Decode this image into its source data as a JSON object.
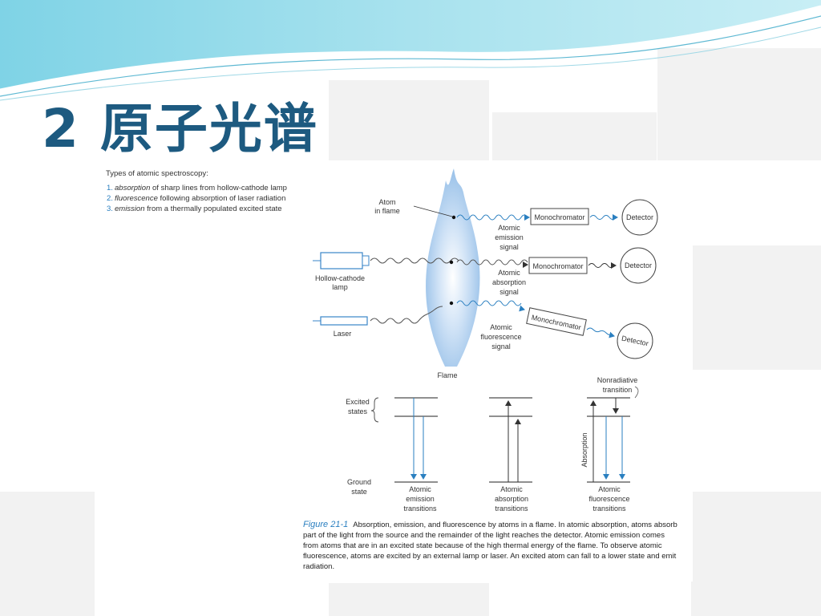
{
  "slide": {
    "title": "2 原子光谱"
  },
  "types": {
    "header": "Types of atomic spectroscopy:",
    "items": [
      {
        "num": "1.",
        "term": "absorption",
        "desc": " of sharp lines from hollow-cathode lamp"
      },
      {
        "num": "2.",
        "term": "fluorescence",
        "desc": " following absorption of laser radiation"
      },
      {
        "num": "3.",
        "term": "emission",
        "desc": " from a thermally populated excited state"
      }
    ]
  },
  "figure": {
    "atom_in_flame_line1": "Atom",
    "atom_in_flame_line2": "in flame",
    "monochromator": "Monochromator",
    "detector": "Detector",
    "emission_signal": [
      "Atomic",
      "emission",
      "signal"
    ],
    "absorption_signal": [
      "Atomic",
      "absorption",
      "signal"
    ],
    "fluorescence_signal": [
      "Atomic",
      "fluorescence",
      "signal"
    ],
    "hollow_cathode_lamp": [
      "Hollow-cathode",
      "lamp"
    ],
    "laser": "Laser",
    "flame": "Flame",
    "excited_states": [
      "Excited",
      "states"
    ],
    "ground_state": [
      "Ground",
      "state"
    ],
    "nonradiative": [
      "Nonradiative",
      "transition"
    ],
    "absorption_axis": "Absorption",
    "emission_transitions": [
      "Atomic",
      "emission",
      "transitions"
    ],
    "absorption_transitions": [
      "Atomic",
      "absorption",
      "transitions"
    ],
    "fluorescence_transitions": [
      "Atomic",
      "fluorescence",
      "transitions"
    ]
  },
  "caption": {
    "label": "Figure 21-1",
    "text": "Absorption, emission, and fluorescence by atoms in a flame. In atomic absorption, atoms absorb part of the light from the source and the remainder of the light reaches the detector. Atomic emission comes from atoms that are in an excited state because of the high thermal energy of the flame. To observe atomic fluorescence, atoms are excited by an external lamp or laser. An excited atom can fall to a lower state and emit radiation."
  },
  "colors": {
    "title": "#1d5a80",
    "accent_blue": "#2a7fc0",
    "flame_blue": "#9cc3e8"
  }
}
